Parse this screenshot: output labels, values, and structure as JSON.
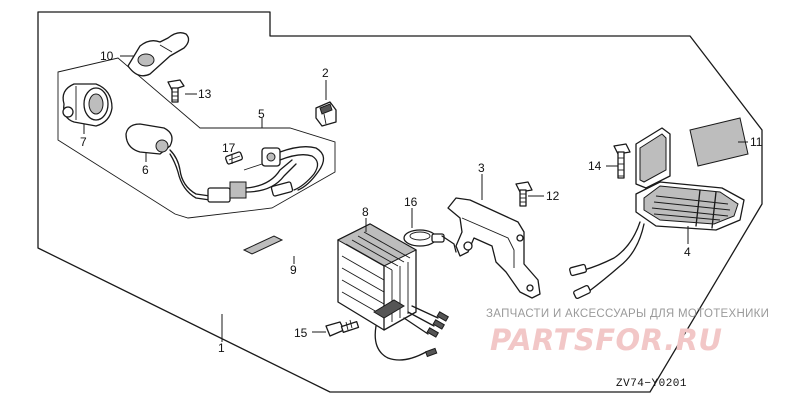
{
  "callouts": {
    "c1": "1",
    "c2": "2",
    "c3": "3",
    "c4": "4",
    "c5": "5",
    "c6": "6",
    "c7": "7",
    "c8": "8",
    "c9": "9",
    "c10": "10",
    "c11": "11",
    "c12": "12",
    "c13": "13",
    "c14": "14",
    "c15": "15",
    "c16": "16",
    "c17": "17"
  },
  "diagram_code": "ZV74−Y0201",
  "watermark": {
    "tagline": "ЗАПЧАСТИ И АКСЕССУАРЫ ДЛЯ МОТОТЕХНИКИ",
    "brand": "PARTSFOR.RU"
  },
  "colors": {
    "line": "#1a1a1a",
    "shade": "#bdbdbd",
    "watermark_text": "#9a9a9a",
    "watermark_brand": "#f2c7c7"
  }
}
